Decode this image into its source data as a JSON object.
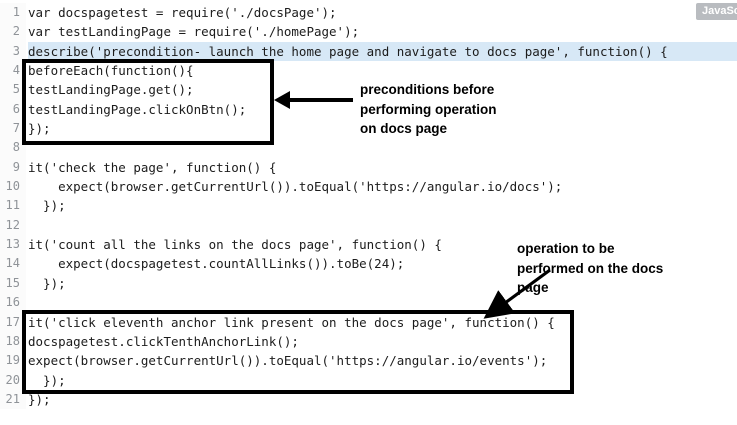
{
  "editor": {
    "badge_label": "JavaSc",
    "highlight_color": "#d7e8f6",
    "lines": [
      {
        "n": 1,
        "text": "var docspagetest = require('./docsPage');",
        "highlight": false
      },
      {
        "n": 2,
        "text": "var testLandingPage = require('./homePage');",
        "highlight": false
      },
      {
        "n": 3,
        "text": "describe('precondition- launch the home page and navigate to docs page', function() {",
        "highlight": true
      },
      {
        "n": 4,
        "text": "beforeEach(function(){",
        "highlight": false
      },
      {
        "n": 5,
        "text": "testLandingPage.get();",
        "highlight": false
      },
      {
        "n": 6,
        "text": "testLandingPage.clickOnBtn();",
        "highlight": false
      },
      {
        "n": 7,
        "text": "});",
        "highlight": false
      },
      {
        "n": 8,
        "text": "",
        "highlight": false
      },
      {
        "n": 9,
        "text": "it('check the page', function() {",
        "highlight": false
      },
      {
        "n": 10,
        "text": "    expect(browser.getCurrentUrl()).toEqual('https://angular.io/docs');",
        "highlight": false
      },
      {
        "n": 11,
        "text": "  });",
        "highlight": false
      },
      {
        "n": 12,
        "text": "",
        "highlight": false
      },
      {
        "n": 13,
        "text": "it('count all the links on the docs page', function() {",
        "highlight": false
      },
      {
        "n": 14,
        "text": "    expect(docspagetest.countAllLinks()).toBe(24);",
        "highlight": false
      },
      {
        "n": 15,
        "text": "  });",
        "highlight": false
      },
      {
        "n": 16,
        "text": "",
        "highlight": false
      },
      {
        "n": 17,
        "text": "it('click eleventh anchor link present on the docs page', function() {",
        "highlight": false
      },
      {
        "n": 18,
        "text": "docspagetest.clickTenthAnchorLink();",
        "highlight": false
      },
      {
        "n": 19,
        "text": "expect(browser.getCurrentUrl()).toEqual('https://angular.io/events');",
        "highlight": false
      },
      {
        "n": 20,
        "text": "  });",
        "highlight": false
      },
      {
        "n": 21,
        "text": "});",
        "highlight": false
      }
    ]
  },
  "annotations": {
    "note1": {
      "lines": [
        "preconditions before",
        "performing operation",
        "on docs page"
      ]
    },
    "note2": {
      "lines": [
        "operation to be",
        "performed on the docs",
        "page"
      ]
    }
  },
  "colors": {
    "annotation": "#000000",
    "badge_bg": "#b9bcc0",
    "line_highlight": "#d7e8f6"
  }
}
